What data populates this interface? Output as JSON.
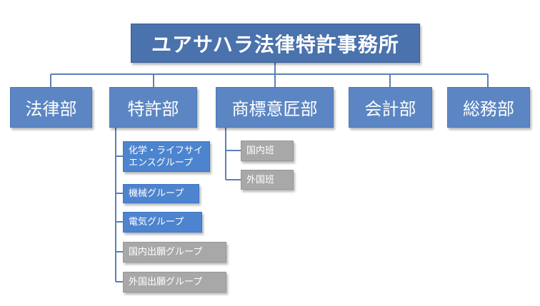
{
  "organization": {
    "root": "ユアサハラ法律特許事務所",
    "departments": [
      "法律部",
      "特許部",
      "商標意匠部",
      "会計部",
      "総務部"
    ],
    "patent_groups": [
      "化学・ライフサイ エンスグループ",
      "機械グループ",
      "電気グループ",
      "国内出願グループ",
      "外国出願グループ"
    ],
    "trademark_teams": [
      "国内班",
      "外国班"
    ]
  },
  "colors": {
    "root_fill": "#4a72ac",
    "department_fill": "#5b86c3",
    "active_group_fill": "#4d84cf",
    "inactive_group_fill": "#a8a8a8",
    "connector": "#5b80b8"
  }
}
